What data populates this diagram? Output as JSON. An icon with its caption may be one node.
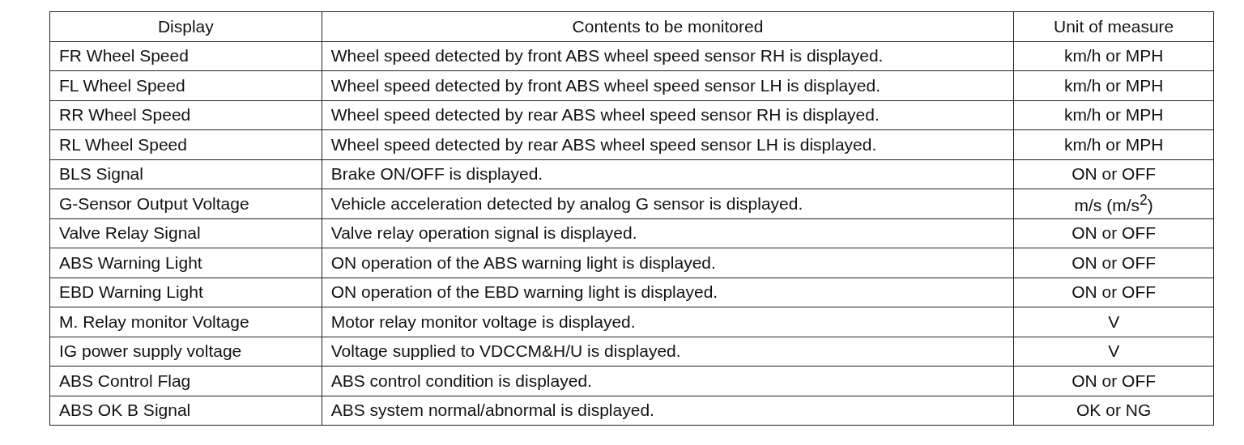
{
  "diagram": {
    "labels": [
      "Display",
      "Contents to be monitored",
      "Unit of measure",
      "FR Wheel Speed",
      "Wheel speed detected by front ABS wheel speed sensor RH is displayed.",
      "km/h or MPH",
      "FL Wheel Speed",
      "Wheel speed detected by front ABS wheel speed sensor LH is displayed.",
      "km/h or MPH",
      "RR Wheel Speed",
      "Wheel speed detected by rear ABS wheel speed sensor RH is displayed.",
      "km/h or MPH",
      "RL Wheel Speed",
      "Wheel speed detected by rear ABS wheel speed sensor LH is displayed.",
      "km/h or MPH",
      "BLS Signal",
      "Brake ON/OFF is displayed.",
      "ON or OFF",
      "G-Sensor Output Voltage",
      "Vehicle acceleration detected by analog G sensor is displayed.",
      "m/s (m/s$^{2}$)",
      "Valve Relay Signal",
      "Valve relay operation signal is displayed.",
      "ON or OFF",
      "ABS Warning Light",
      "ON operation of the ABS warning light is displayed.",
      "ON or OFF",
      "EBD Warning Light",
      "ON operation of the EBD warning light is displayed.",
      "ON or OFF",
      "M. Relay monitor Voltage",
      "Motor relay monitor voltage is displayed.",
      "V",
      "IG power supply voltage",
      "Voltage supplied to VDCCM&H/U is displayed.",
      "V",
      "ABS Control Flag",
      "ABS control condition is displayed.",
      "ON or OFF",
      "ABS OK B Signal",
      "ABS system normal/abnormal is displayed.",
      "OK or NG"
    ]
  }
}
